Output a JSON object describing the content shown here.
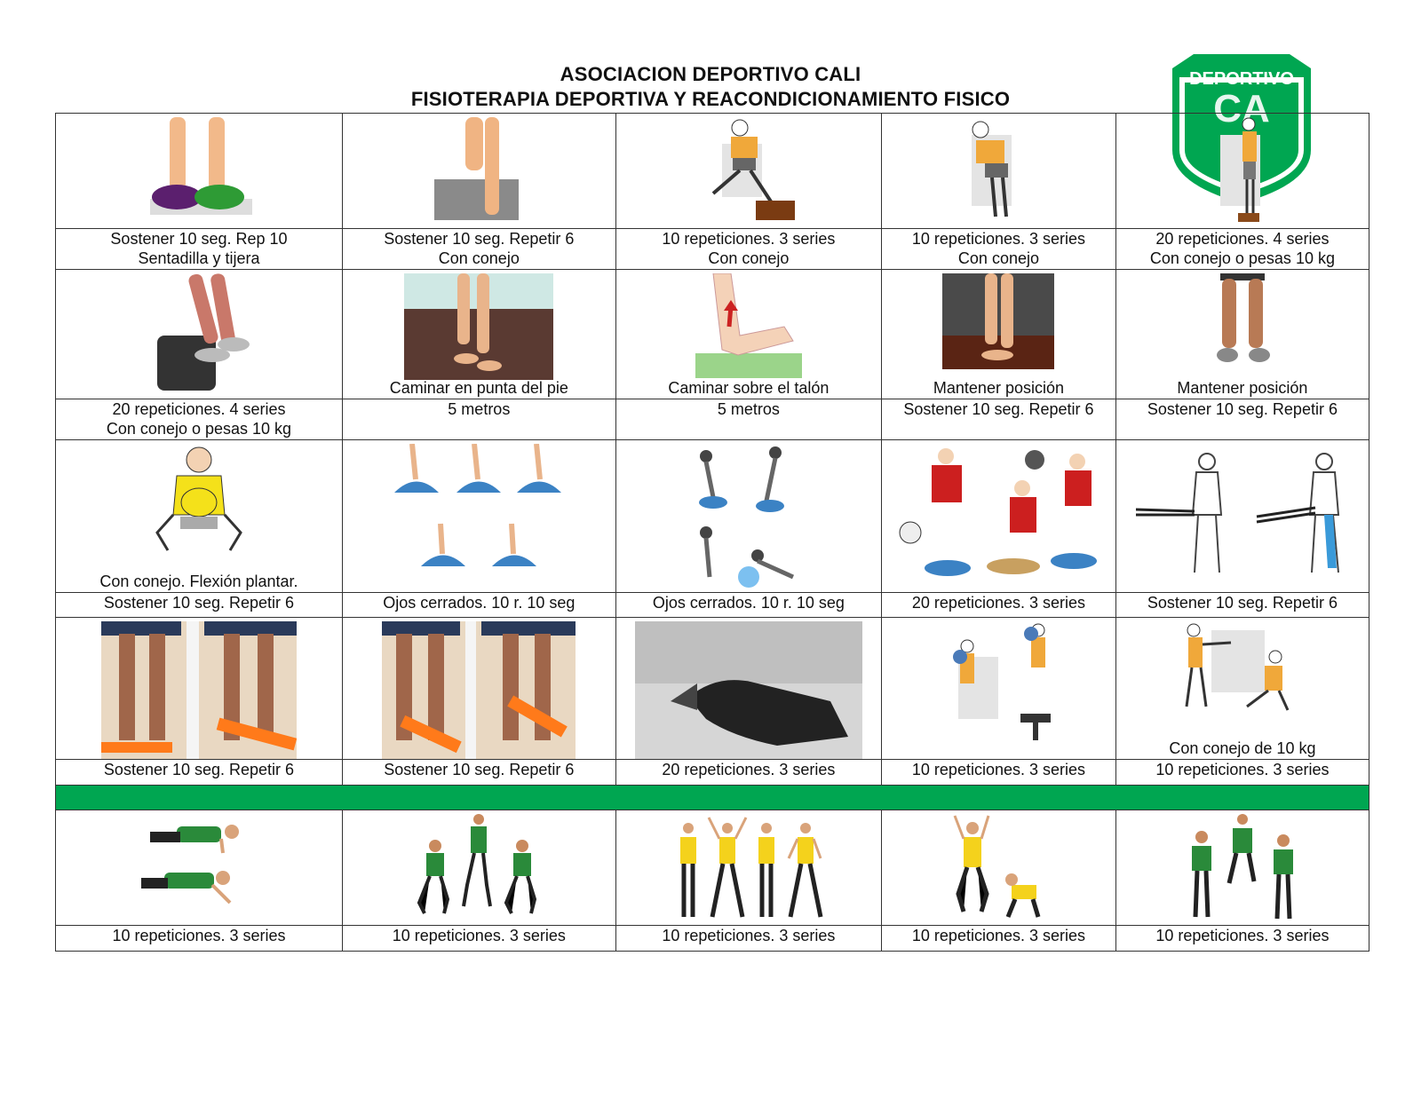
{
  "header": {
    "title_line1": "ASOCIACION DEPORTIVO CALI",
    "title_line2": "FISIOTERAPIA DEPORTIVA Y REACONDICIONAMIENTO FISICO",
    "logo_text": "DEPORTIVO",
    "logo_letters": "CA"
  },
  "colors": {
    "club_green": "#00a651",
    "grid_border": "#333333"
  },
  "rows": [
    {
      "cells": [
        {
          "icon": "balance-discs-icon",
          "inner_caption": "",
          "line1": "Sostener 10 seg. Rep 10",
          "line2": "Sentadilla y tijera"
        },
        {
          "icon": "single-leg-stance-icon",
          "inner_caption": "",
          "line1": "Sostener 10 seg. Repetir 6",
          "line2": "Con conejo"
        },
        {
          "icon": "step-up-box-icon",
          "inner_caption": "",
          "line1": "10 repeticiones. 3 series",
          "line2": "Con conejo"
        },
        {
          "icon": "mini-squat-icon",
          "inner_caption": "",
          "line1": "10 repeticiones. 3 series",
          "line2": "Con conejo"
        },
        {
          "icon": "calf-raise-step-icon",
          "inner_caption": "",
          "line1": "20 repeticiones. 4 series",
          "line2": "Con conejo o pesas 10 kg"
        }
      ]
    },
    {
      "cells": [
        {
          "icon": "calf-raise-stepper-icon",
          "inner_caption": "",
          "line1": "20 repeticiones. 4 series",
          "line2": "Con conejo o pesas 10 kg"
        },
        {
          "icon": "toe-walk-icon",
          "inner_caption": "Caminar en punta del pie",
          "line1": "5 metros",
          "line2": ""
        },
        {
          "icon": "heel-walk-icon",
          "inner_caption": "Caminar sobre el talón",
          "line1": "5 metros",
          "line2": ""
        },
        {
          "icon": "tiptoe-hold-icon",
          "inner_caption": "Mantener posición",
          "line1": "Sostener 10 seg. Repetir 6",
          "line2": ""
        },
        {
          "icon": "legs-stance-icon",
          "inner_caption": "Mantener posición",
          "line1": "Sostener 10 seg. Repetir 6",
          "line2": ""
        }
      ]
    },
    {
      "cells": [
        {
          "icon": "deep-squat-ball-icon",
          "inner_caption": "Con conejo. Flexión plantar.",
          "line1": "Sostener 10 seg. Repetir 6",
          "line2": ""
        },
        {
          "icon": "bosu-balance-icon",
          "inner_caption": "",
          "line1": "Ojos cerrados. 10 r. 10 seg",
          "line2": ""
        },
        {
          "icon": "bosu-reach-icon",
          "inner_caption": "",
          "line1": "Ojos cerrados. 10 r. 10 seg",
          "line2": ""
        },
        {
          "icon": "ball-catch-balance-icon",
          "inner_caption": "",
          "line1": "20 repeticiones. 3 series",
          "line2": ""
        },
        {
          "icon": "band-hip-icon",
          "inner_caption": "",
          "line1": "Sostener 10 seg. Repetir 6",
          "line2": ""
        }
      ]
    },
    {
      "cells": [
        {
          "icon": "band-ankle-eversion-icon",
          "inner_caption": "",
          "line1": "Sostener 10 seg. Repetir 6",
          "line2": ""
        },
        {
          "icon": "band-ankle-inversion-icon",
          "inner_caption": "",
          "line1": "Sostener 10 seg. Repetir 6",
          "line2": ""
        },
        {
          "icon": "calf-stretch-icon",
          "inner_caption": "",
          "line1": "20 repeticiones. 3 series",
          "line2": ""
        },
        {
          "icon": "ball-step-up-icon",
          "inner_caption": "",
          "line1": "10 repeticiones. 3 series",
          "line2": ""
        },
        {
          "icon": "lunge-icon",
          "inner_caption": "Con conejo de 10 kg",
          "line1": "10 repeticiones. 3 series",
          "line2": ""
        }
      ]
    },
    {
      "cells": [
        {
          "icon": "push-up-icon",
          "inner_caption": "",
          "line1": "10 repeticiones. 3 series",
          "line2": ""
        },
        {
          "icon": "squat-jump-icon",
          "inner_caption": "",
          "line1": "10 repeticiones. 3 series",
          "line2": ""
        },
        {
          "icon": "jumping-jack-icon",
          "inner_caption": "",
          "line1": "10 repeticiones. 3 series",
          "line2": ""
        },
        {
          "icon": "tuck-jump-icon",
          "inner_caption": "",
          "line1": "10 repeticiones. 3 series",
          "line2": ""
        },
        {
          "icon": "split-jump-icon",
          "inner_caption": "",
          "line1": "10 repeticiones. 3 series",
          "line2": ""
        }
      ]
    }
  ]
}
